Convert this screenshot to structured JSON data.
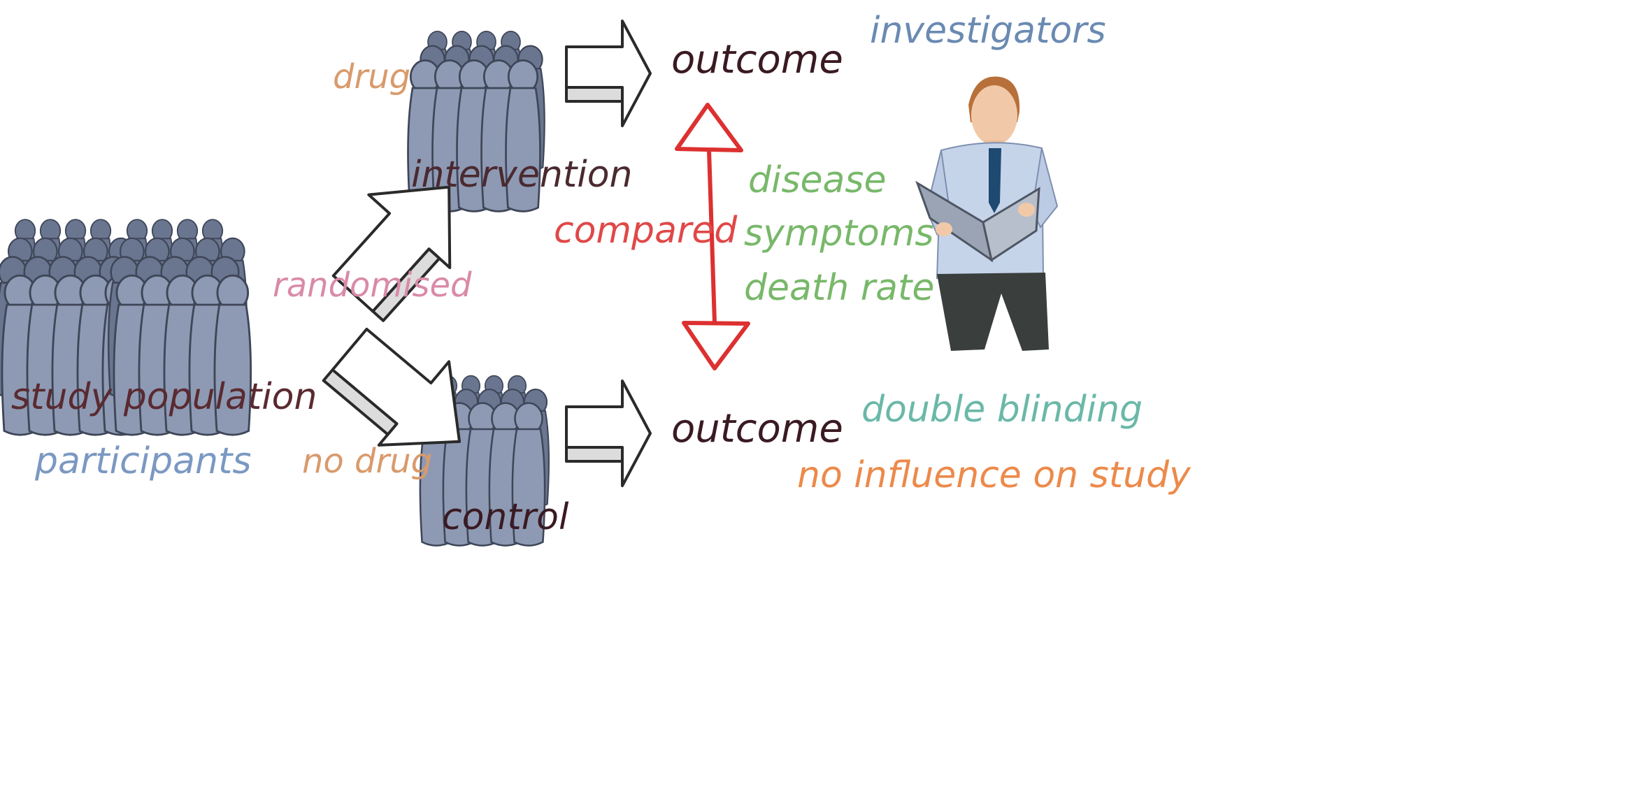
{
  "labels": {
    "drug": "drug",
    "intervention": "intervention",
    "outcome_top": "outcome",
    "outcome_bottom": "outcome",
    "investigators": "investigators",
    "compared": "compared",
    "disease": "disease",
    "symptoms": "symptoms",
    "death_rate": "death rate",
    "randomised": "randomised",
    "study_population": "study population",
    "participants": "participants",
    "no_drug": "no drug",
    "control": "control",
    "double_blinding": "double blinding",
    "no_influence": "no influence on study"
  },
  "colors": {
    "drug": "#d99a6c",
    "intervention": "#4a2a30",
    "outcome": "#3a1a22",
    "investigators": "#6a8ab2",
    "compared": "#e04848",
    "outcome_factors": "#78b86a",
    "randomised": "#d98aa8",
    "study_population": "#5a2a30",
    "participants": "#7a98c2",
    "no_drug": "#d99a6c",
    "control": "#3a1a22",
    "double_blinding": "#6ab8a8",
    "no_influence": "#ec8a4a",
    "figure_fill": "#8e9ab4",
    "figure_back": "#6a7690",
    "arrow_red": "#dd3030"
  },
  "icons": [
    "people-group-icon",
    "block-arrow-icon",
    "double-headed-arrow-icon",
    "investigator-icon"
  ]
}
